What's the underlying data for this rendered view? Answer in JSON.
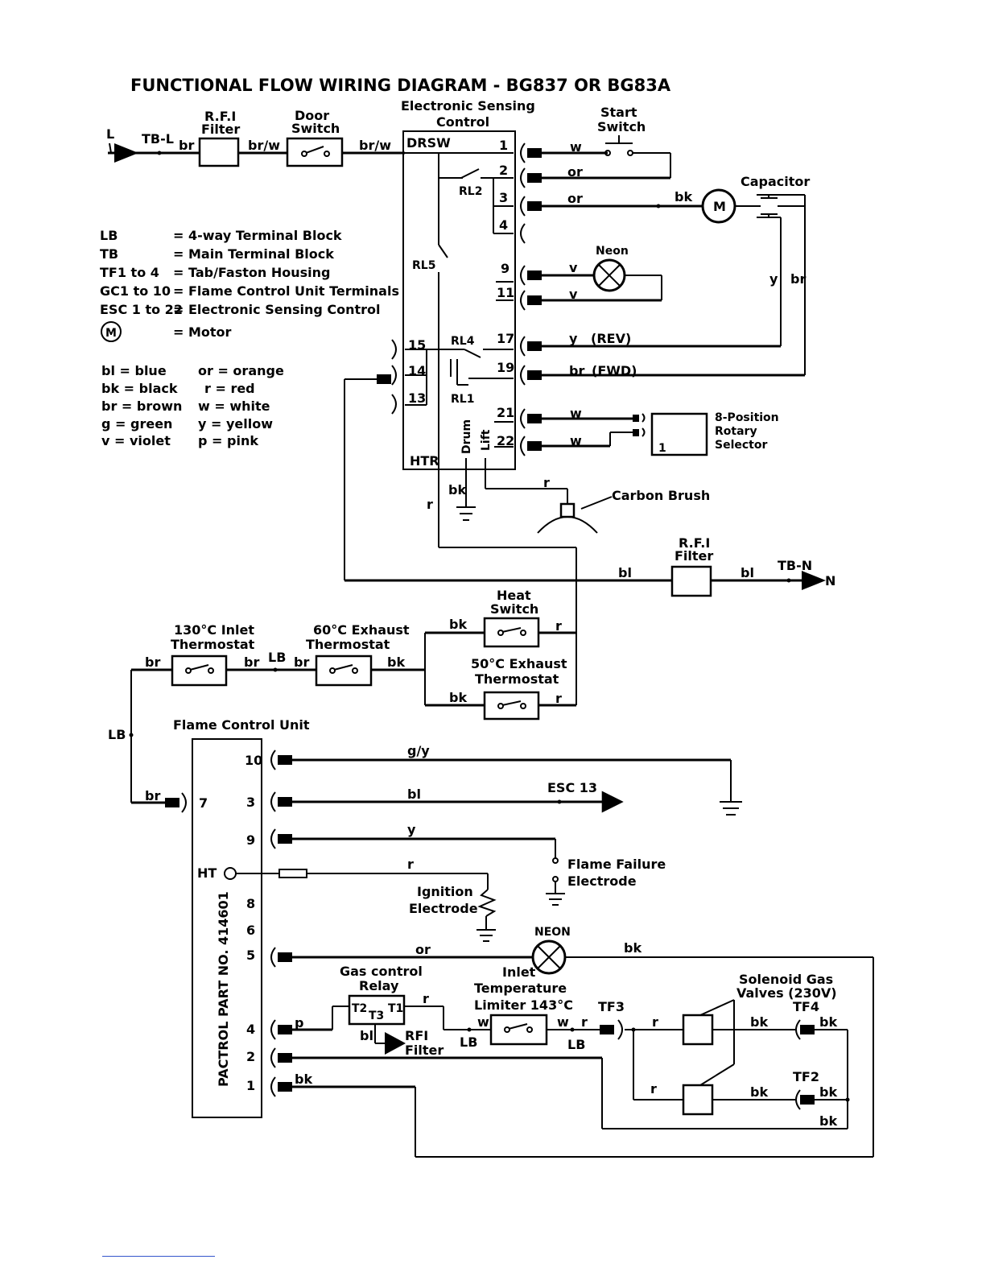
{
  "title": "FUNCTIONAL FLOW WIRING DIAGRAM - BG837 OR BG83A",
  "labels": {
    "L": "L",
    "TB_L": "TB-L",
    "TB_N": "TB-N",
    "N": "N",
    "rfi1": "R.F.I",
    "filter1": "Filter",
    "door1": "Door",
    "door2": "Switch",
    "esc1": "Electronic Sensing",
    "esc2": "Control",
    "start1": "Start",
    "start2": "Switch",
    "capacitor": "Capacitor",
    "motor": "M",
    "neon": "Neon",
    "neon2": "NEON",
    "drsw": "DRSW",
    "htr": "HTR",
    "drum": "Drum",
    "lift": "Lift",
    "rl2": "RL2",
    "rl5": "RL5",
    "rl4": "RL4",
    "rl1": "RL1",
    "rev": "(REV)",
    "fwd": "(FWD)",
    "rotary1": "8-Position",
    "rotary2": "Rotary",
    "rotary3": "Selector",
    "rotary_pin": "1",
    "carbon": "Carbon Brush",
    "rfi2a": "R.F.I",
    "rfi2b": "Filter",
    "heat1": "Heat",
    "heat2": "Switch",
    "inlet130a": "130°C Inlet",
    "inlet130b": "Thermostat",
    "exh60a": "60°C Exhaust",
    "exh60b": "Thermostat",
    "exh50a": "50°C Exhaust",
    "exh50b": "Thermostat",
    "fcu": "Flame Control Unit",
    "esc13": "ESC 13",
    "ffe1": "Flame Failure",
    "ffe2": "Electrode",
    "ign1": "Ignition",
    "ign2": "Electrode",
    "ht": "HT",
    "gcr1": "Gas control",
    "gcr2": "Relay",
    "t1": "T1",
    "t2": "T2",
    "t3": "T3",
    "rfi3a": "RFI",
    "rfi3b": "Filter",
    "itl1": "Inlet",
    "itl2": "Temperature",
    "itl3": "Limiter 143°C",
    "sol1": "Solenoid Gas",
    "sol2": "Valves (230V)",
    "tf2": "TF2",
    "tf3": "TF3",
    "tf4": "TF4",
    "part": "PACTROL PART NO. 414601",
    "LB": "LB"
  },
  "esc_pins": [
    "1",
    "2",
    "3",
    "4",
    "9",
    "11",
    "17",
    "19",
    "21",
    "22",
    "15",
    "14",
    "13"
  ],
  "fcu_pins": [
    "10",
    "3",
    "9",
    "8",
    "6",
    "5",
    "4",
    "2",
    "1",
    "7"
  ],
  "wires": {
    "br": "br",
    "br_w": "br/w",
    "w": "w",
    "or": "or",
    "bk": "bk",
    "v": "v",
    "y": "y",
    "r": "r",
    "bl": "bl",
    "g_y": "g/y",
    "p": "p"
  },
  "legend": [
    {
      "key": "LB",
      "value": "= 4-way Terminal Block"
    },
    {
      "key": "TB",
      "value": "= Main Terminal Block"
    },
    {
      "key": "TF1 to 4",
      "value": "= Tab/Faston Housing"
    },
    {
      "key": "GC1 to 10",
      "value": "= Flame Control Unit Terminals"
    },
    {
      "key": "ESC 1 to 22",
      "value": "= Electronic Sensing Control"
    },
    {
      "key": "M",
      "value": "= Motor"
    }
  ],
  "colour_codes": [
    {
      "left": "bl = blue",
      "right": "or = orange"
    },
    {
      "left": "bk = black",
      "right": "r = red"
    },
    {
      "left": "br = brown",
      "right": "w = white"
    },
    {
      "left": "g = green",
      "right": "y = yellow"
    },
    {
      "left": "v = violet",
      "right": "p = pink"
    }
  ]
}
